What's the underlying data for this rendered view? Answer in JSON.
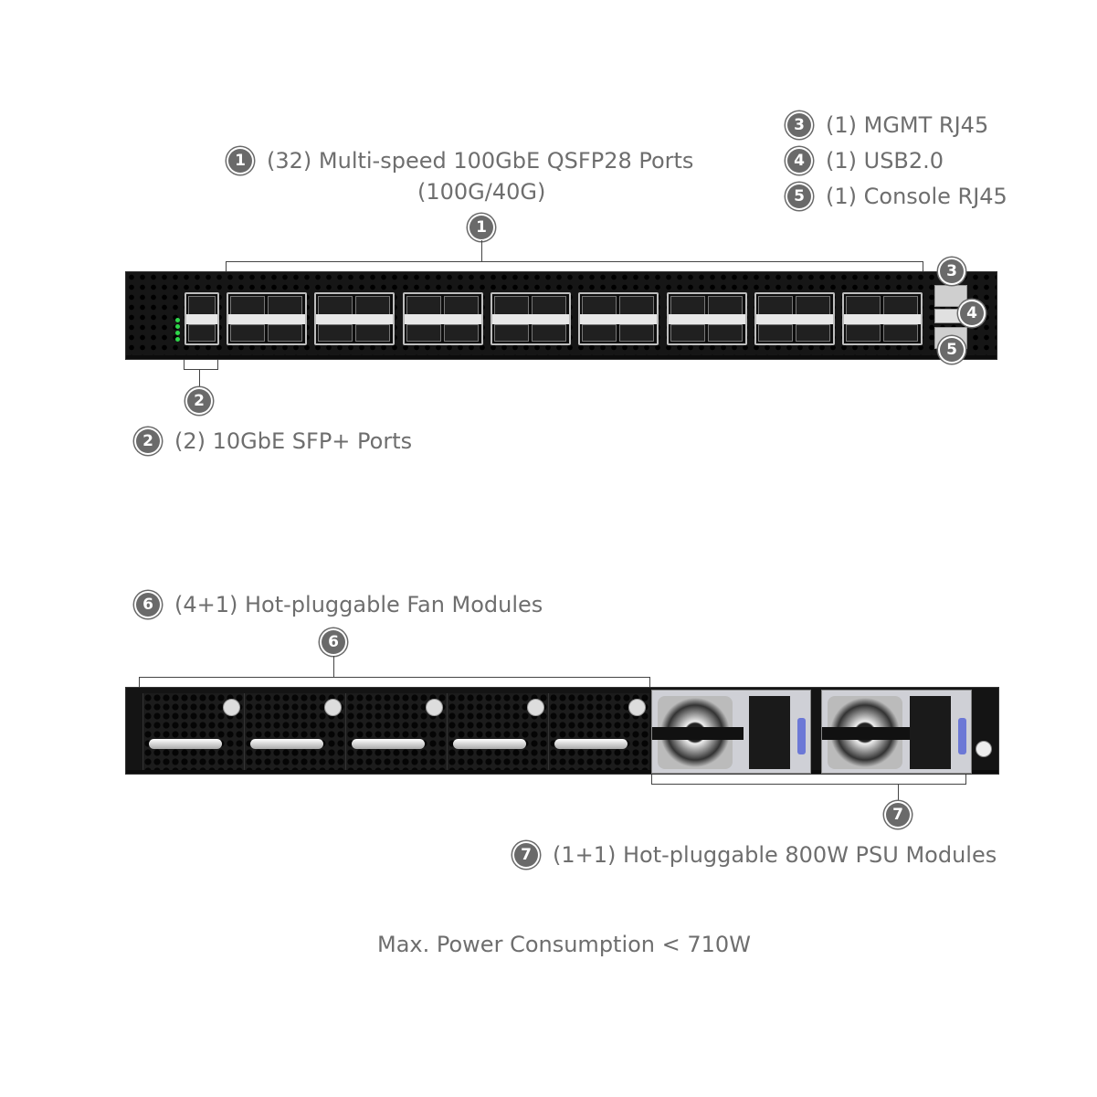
{
  "callouts": [
    {
      "n": "1",
      "text": "(32) Multi-speed 100GbE QSFP28 Ports",
      "text2": "(100G/40G)"
    },
    {
      "n": "2",
      "text": "(2) 10GbE SFP+ Ports"
    },
    {
      "n": "3",
      "text": "(1) MGMT RJ45"
    },
    {
      "n": "4",
      "text": "(1) USB2.0"
    },
    {
      "n": "5",
      "text": "(1) Console RJ45"
    },
    {
      "n": "6",
      "text": "(4+1) Hot-pluggable Fan Modules"
    },
    {
      "n": "7",
      "text": "(1+1) Hot-pluggable 800W PSU Modules"
    }
  ],
  "footer": "Max. Power Consumption < 710W",
  "colors": {
    "label": "#6e6e6e",
    "chassis": "#161616",
    "led": "#2ed84a",
    "psu_clip": "#6c78d6"
  }
}
